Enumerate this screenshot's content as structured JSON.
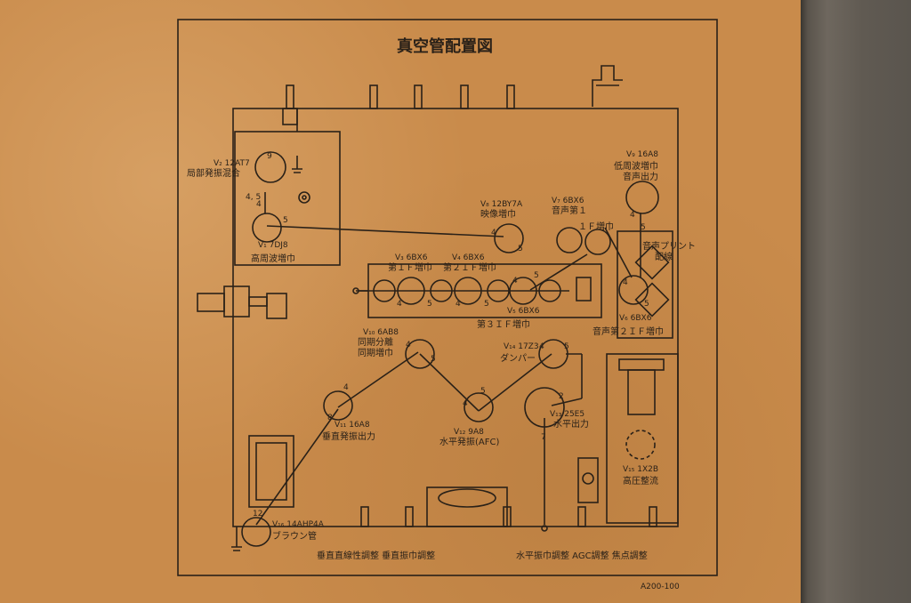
{
  "title": "真空管配置図",
  "footer_code": "A200-100",
  "tubes": {
    "v2": {
      "id": "V₂ 12AT7",
      "role": "局部発振混合"
    },
    "v1": {
      "id": "V₁ 7DJ8",
      "role": "高周波増巾"
    },
    "v8": {
      "id": "V₈ 12BY7A",
      "role": "映像増巾"
    },
    "v7": {
      "id": "V₇ 6BX6",
      "role": "音声第１"
    },
    "v9": {
      "id": "V₉ 16A8",
      "role1": "低周波増巾",
      "role2": "音声出力"
    },
    "v3": {
      "id": "V₃ 6BX6",
      "role": "第１Ｆ増巾"
    },
    "v4": {
      "id": "V₄ 6BX6",
      "role": "第２ＩＦ増巾"
    },
    "v5": {
      "id": "V₅ 6BX6",
      "role": "第３ＩＦ増巾"
    },
    "v6": {
      "id": "V₆ 6BX6",
      "role": "音声第２ＩＦ増巾"
    },
    "v10": {
      "id": "V₁₀ 6AB8",
      "role1": "同期分離",
      "role2": "同期増巾"
    },
    "v14": {
      "id": "V₁₄ 17Z3",
      "role": "ダンパー"
    },
    "v11": {
      "id": "V₁₁ 16A8",
      "role": "垂直発振出力"
    },
    "v12": {
      "id": "V₁₂ 9A8",
      "role": "水平発振(AFC)"
    },
    "v13": {
      "id": "V₁₃ 25E5",
      "role": "水平出力"
    },
    "v15": {
      "id": "V₁₅ 1X2B",
      "role": "高圧整流"
    },
    "v16": {
      "id": "V₁₆ 14AHP4A",
      "role": "ブラウン管"
    }
  },
  "labels": {
    "if_stage": "１Ｆ増巾",
    "audio_print": "音声プリント",
    "wiring": "配線",
    "bottom_left": "垂直直線性調整 垂直振巾調整",
    "bottom_right": "水平振巾調整 AGC調整 焦点調整"
  },
  "pins": {
    "n9": "9",
    "n45": "4, 5",
    "n4": "4",
    "n5": "5",
    "n2": "2",
    "n7": "7",
    "n8": "8",
    "n12": "12"
  }
}
